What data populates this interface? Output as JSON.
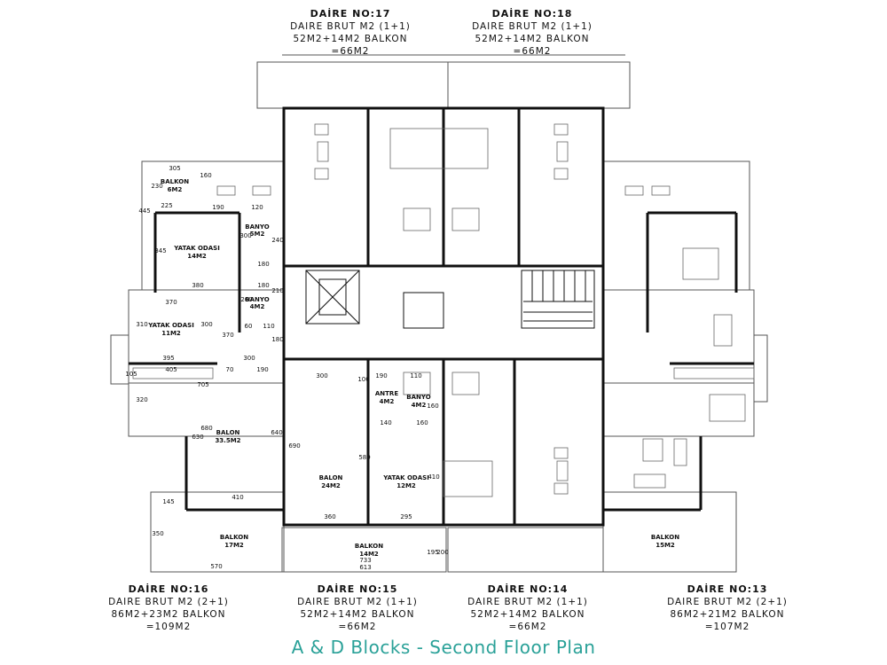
{
  "apartments_top": [
    {
      "title": "DAİRE NO:17",
      "line1": "DAIRE BRUT M2 (1+1)",
      "line2": "52M2+14M2 BALKON",
      "line3": "=66M2"
    },
    {
      "title": "DAİRE NO:18",
      "line1": "DAIRE BRUT M2 (1+1)",
      "line2": "52M2+14M2 BALKON",
      "line3": "=66M2"
    }
  ],
  "apartments_bottom": [
    {
      "title": "DAİRE NO:16",
      "line1": "DAIRE BRUT M2 (2+1)",
      "line2": "86M2+23M2 BALKON",
      "line3": "=109M2"
    },
    {
      "title": "DAİRE NO:15",
      "line1": "DAIRE BRUT M2 (1+1)",
      "line2": "52M2+14M2 BALKON",
      "line3": "=66M2"
    },
    {
      "title": "DAİRE NO:14",
      "line1": "DAIRE BRUT M2 (1+1)",
      "line2": "52M2+14M2 BALKON",
      "line3": "=66M2"
    },
    {
      "title": "DAİRE NO:13",
      "line1": "DAIRE BRUT M2 (2+1)",
      "line2": "86M2+21M2 BALKON",
      "line3": "=107M2"
    }
  ],
  "rooms": {
    "balkon_6": "BALKON",
    "balkon_6_area": "6M2",
    "yatak_14": "YATAK ODASI",
    "yatak_14_area": "14M2",
    "banyo_5": "BANYO",
    "banyo_5_area": "5M2",
    "banyo_4a": "BANYO",
    "banyo_4a_area": "4M2",
    "yatak_11": "YATAK ODASI",
    "yatak_11_area": "11M2",
    "balon_335": "BALON",
    "balon_335_area": "33.5M2",
    "balon_24": "BALON",
    "balon_24_area": "24M2",
    "yatak_12": "YATAK ODASI",
    "yatak_12_area": "12M2",
    "antre": "ANTRE",
    "antre_area": "4M2",
    "banyo_4b": "BANYO",
    "banyo_4b_area": "4M2",
    "balkon_17": "BALKON",
    "balkon_17_area": "17M2",
    "balkon_14": "BALKON",
    "balkon_14_area": "14M2",
    "balkon_15": "BALKON",
    "balkon_15_area": "15M2"
  },
  "dims": {
    "d305": "305",
    "d230": "230",
    "d160": "160",
    "d445": "445",
    "d225": "225",
    "d190a": "190",
    "d120": "120",
    "d300a": "300",
    "d240": "240",
    "d345": "345",
    "d180a": "180",
    "d380": "380",
    "d180b": "180",
    "d210": "210",
    "d370a": "370",
    "d260": "260",
    "d310": "310",
    "d300b": "300",
    "d60": "60",
    "d110": "110",
    "d370b": "370",
    "d180c": "180",
    "d395": "395",
    "d300c": "300",
    "d405": "405",
    "d70": "70",
    "d190b": "190",
    "d105": "105",
    "d705": "705",
    "d320": "320",
    "d680": "680",
    "d630": "630",
    "d640": "640",
    "d410": "410",
    "d145": "145",
    "d350": "350",
    "d570": "570",
    "d300d": "300",
    "d100": "100",
    "d190c": "190",
    "d110b": "110",
    "d160b": "160",
    "d140": "140",
    "d160c": "160",
    "d690": "690",
    "d580": "580",
    "d410b": "410",
    "d360": "360",
    "d295": "295",
    "d733": "733",
    "d613": "613",
    "d195": "195",
    "d200": "200"
  },
  "footer": "A & D Blocks - Second Floor Plan"
}
